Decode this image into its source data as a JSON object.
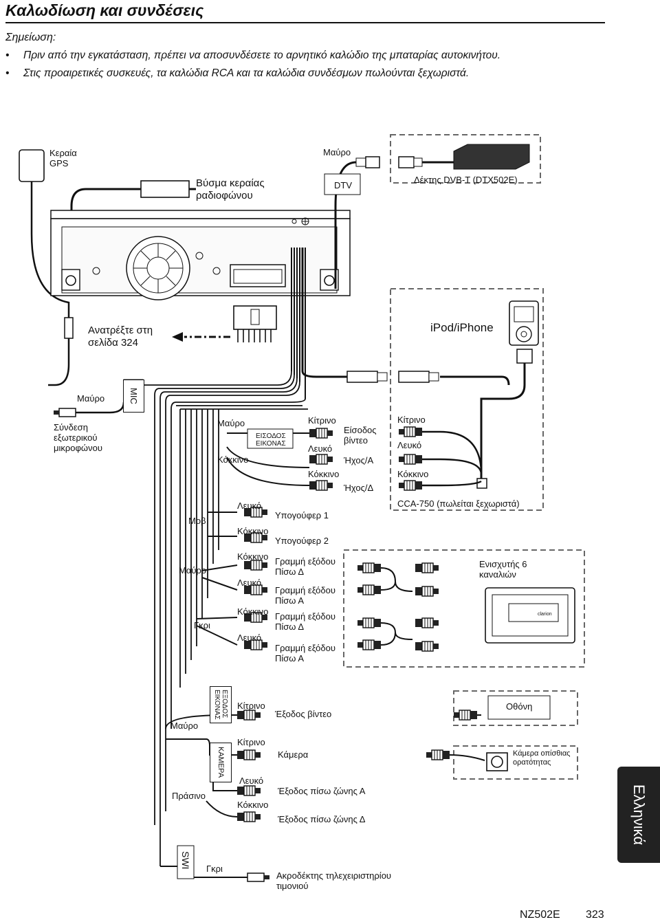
{
  "header": {
    "title": "Καλωδίωση και συνδέσεις",
    "note_heading": "Σημείωση:",
    "notes": [
      "Πριν από την εγκατάσταση, πρέπει να αποσυνδέσετε το αρνητικό καλώδιο της μπαταρίας αυτοκινήτου.",
      "Στις προαιρετικές συσκευές, τα καλώδια RCA και τα καλώδια συνδέσμων πωλούνται ξεχωριστά."
    ]
  },
  "labels": {
    "gps": "Κεραία\nGPS",
    "radio_ant": "Βύσμα κεραίας\nραδιοφώνου",
    "black_top": "Μαύρο",
    "dtv": "DTV",
    "dvbt": "Δέκτης DVB-T (DTX502E)",
    "refer": "Ανατρέξτε στη\nσελίδα 324",
    "ipod": "iPod/iPhone",
    "black_mic": "Μαύρο",
    "mic": "MIC",
    "mic_conn": "Σύνδεση\nεξωτερικού\nμικροφώνου",
    "black_av": "Μαύρο",
    "video_in_box": "ΕΙΣΟΔΟΣ\nΕΙΚΟΝΑΣ",
    "red_av": "Κόκκινο",
    "yellow_1": "Κίτρινο",
    "video_in": "Είσοδος\nβίντεο",
    "white_1": "Λευκό",
    "audio_l": "Ήχος/Α",
    "red_1": "Κόκκινο",
    "audio_r": "Ήχος/Δ",
    "cca_yellow": "Κίτρινο",
    "cca_white": "Λευκό",
    "cca_red": "Κόκκινο",
    "cca": "CCA-750 (πωλείται ξεχωριστά)",
    "purple": "Μοβ",
    "white_sub": "Λευκό",
    "sub1": "Υπογούφερ 1",
    "red_sub": "Κόκκινο",
    "sub2": "Υπογούφερ 2",
    "black_out": "Μαύρο",
    "grey_out": "Γκρι",
    "red_o1": "Κόκκινο",
    "line_rr": "Γραμμή εξόδου\nΠίσω Δ",
    "white_o1": "Λευκό",
    "line_rl": "Γραμμή εξόδου\nΠίσω Α",
    "red_o2": "Κόκκινο",
    "line_rr2": "Γραμμή εξόδου\nΠίσω Δ",
    "white_o2": "Λευκό",
    "line_rl2": "Γραμμή εξόδου\nΠίσω Α",
    "amp": "Ενισχυτής 6\nκαναλιών",
    "amp_brand": "clarion",
    "video_out_box": "ΕΞΟΔΟΣ\nΕΙΚΟΝΑΣ",
    "camera_box": "ΚΑΜΕΡΑ",
    "black_vo": "Μαύρο",
    "green": "Πράσινο",
    "yellow_vo": "Κίτρινο",
    "video_out": "Έξοδος βίντεο",
    "monitor": "Οθόνη",
    "yellow_cam": "Κίτρινο",
    "camera": "Κάμερα",
    "rear_cam": "Κάμερα οπίσθιας\nορατότητας",
    "white_zone": "Λευκό",
    "zone_l": "Έξοδος πίσω ζώνης Α",
    "red_zone": "Κόκκινο",
    "zone_r": "Έξοδος πίσω ζώνης Δ",
    "swi": "SWI",
    "grey_swi": "Γκρι",
    "swi_desc": "Ακροδέκτης τηλεχειριστηρίου\nτιμονιού"
  },
  "side_tab": "Ελληνικά",
  "footer": {
    "model": "NZ502E",
    "page": "323"
  }
}
